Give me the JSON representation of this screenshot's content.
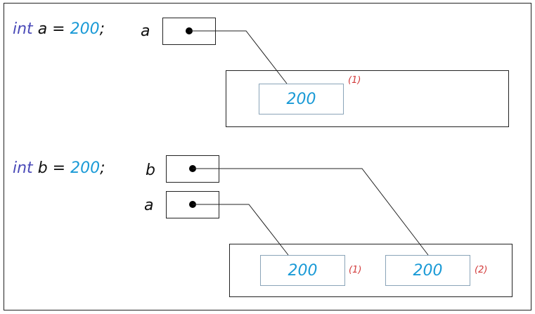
{
  "section1": {
    "code": {
      "keyword": "int",
      "name": "a",
      "op": "=",
      "value": "200",
      "end": ";"
    },
    "refs": [
      {
        "label": "a"
      }
    ],
    "heap": [
      {
        "value": "200",
        "marker": "(1)"
      }
    ]
  },
  "section2": {
    "code": {
      "keyword": "int",
      "name": "b",
      "op": "=",
      "value": "200",
      "end": ";"
    },
    "refs": [
      {
        "label": "b"
      },
      {
        "label": "a"
      }
    ],
    "heap": [
      {
        "value": "200",
        "marker": "(1)"
      },
      {
        "value": "200",
        "marker": "(2)"
      }
    ]
  }
}
